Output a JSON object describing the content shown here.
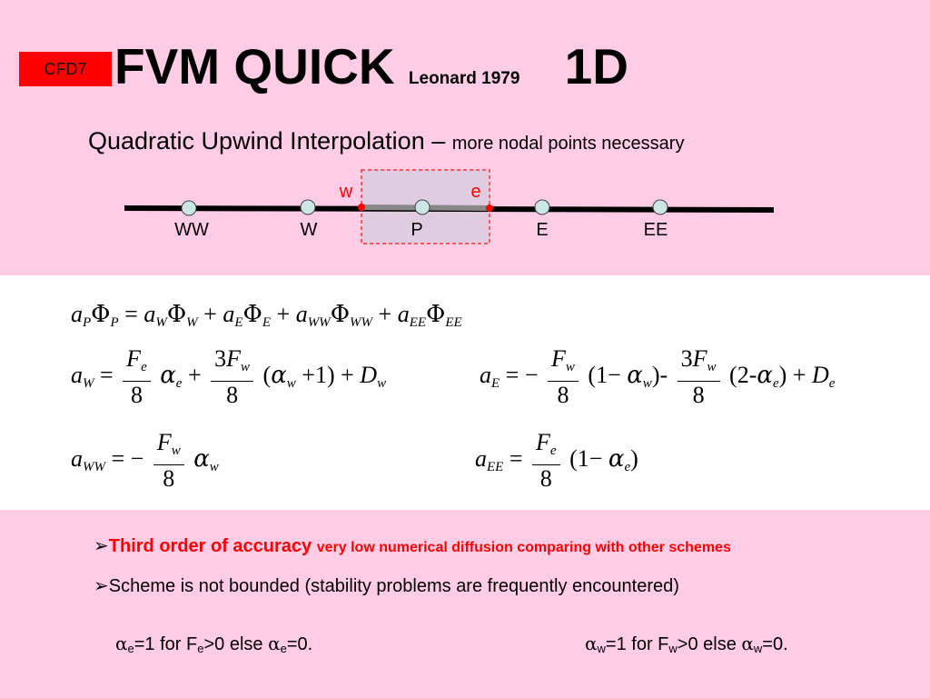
{
  "badge": "CFD7",
  "title": {
    "main": "FVM QUICK",
    "author": "Leonard 1979",
    "dim": "1D"
  },
  "subtitle": {
    "main": "Quadratic Upwind Interpolation –",
    "detail": "more nodal points necessary"
  },
  "grid": {
    "nodes": [
      "WW",
      "W",
      "P",
      "E",
      "EE"
    ],
    "faces": [
      "w",
      "e"
    ],
    "colors": {
      "line": "#000000",
      "node_fill": "#cce6e6",
      "face": "#ff0000",
      "cv_border": "#ff3333",
      "cv_fill": "#e0cce0"
    }
  },
  "equations": {
    "main": {
      "lhs_coef": "a",
      "lhs_sub": "P",
      "phi": "Φ",
      "eq": "="
    },
    "aW": {
      "sym": "a",
      "sub": "W"
    },
    "aE": {
      "sym": "a",
      "sub": "E"
    },
    "aWW": {
      "sym": "a",
      "sub": "WW"
    },
    "aEE": {
      "sym": "a",
      "sub": "EE"
    }
  },
  "bullets": [
    {
      "marker": "➢",
      "strong": "Third order of accuracy",
      "rest": "very low numerical diffusion comparing with other schemes"
    },
    {
      "marker": "➢",
      "text": "Scheme is not bounded (stability problems are frequently encountered)"
    }
  ],
  "conditions": {
    "left": {
      "alpha": "α",
      "sub_e": "e",
      "part1": "=1 for F",
      "part2": ">0 else ",
      "part3": "=0."
    },
    "right": {
      "alpha": "α",
      "sub_w": "w",
      "part1": "=1 for F",
      "part2": ">0 else ",
      "part3": "=0."
    }
  }
}
